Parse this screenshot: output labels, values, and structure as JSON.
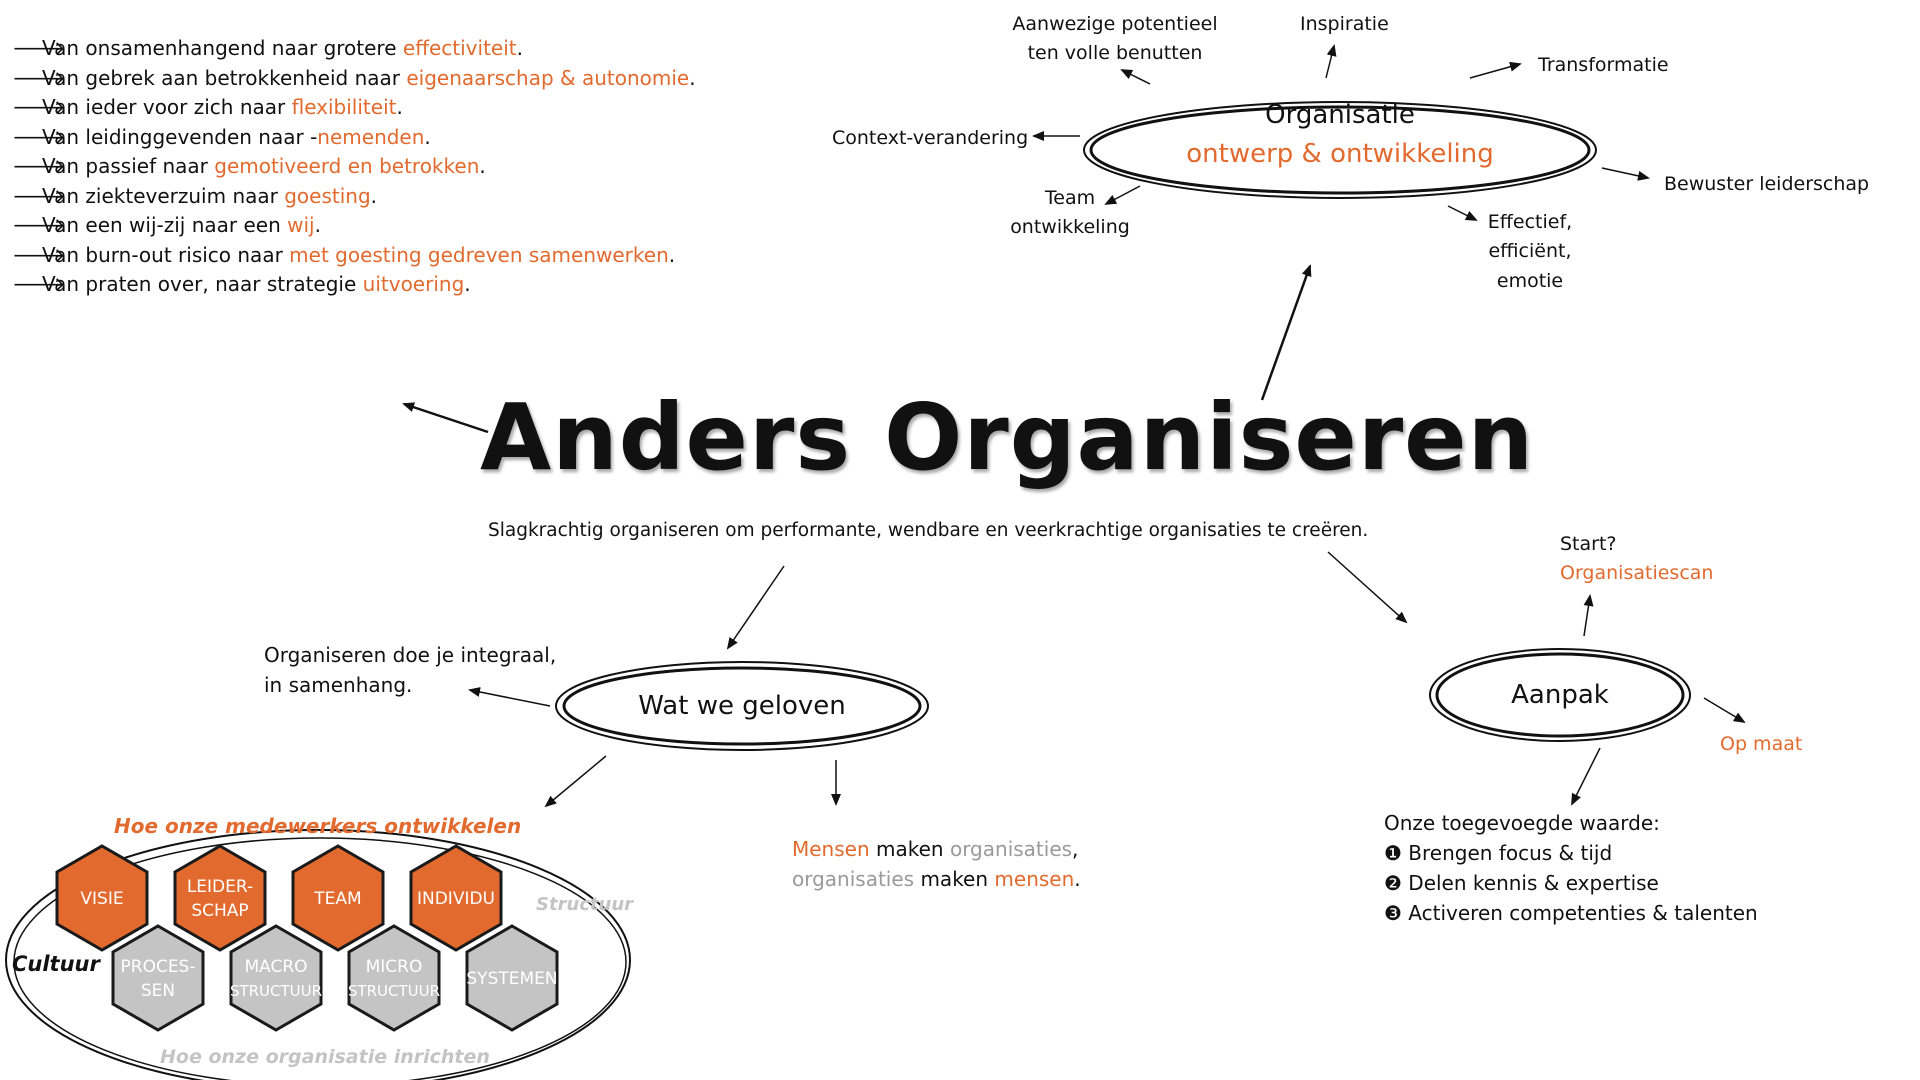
{
  "bullets": [
    {
      "arrow": "🡒",
      "text": "Van onsamenhangend naar grotere ",
      "highlight": "effectiviteit",
      "end": "."
    },
    {
      "arrow": "🡒",
      "text": "Van gebrek aan betrokkenheid naar ",
      "highlight": "eigenaarschap & autonomie",
      "end": "."
    },
    {
      "arrow": "🡒",
      "text": "Van ieder voor zich naar ",
      "highlight": "flexibiliteit",
      "end": "."
    },
    {
      "arrow": "🡒",
      "text": "Van leidinggevenden naar -",
      "highlight": "nemenden",
      "end": "."
    },
    {
      "arrow": "🡒",
      "text": "Van passief naar ",
      "highlight": "gemotiveerd en betrokken",
      "end": "."
    },
    {
      "arrow": "🡒",
      "text": "Van ziekteverzuim naar ",
      "highlight": "goesting",
      "end": "."
    },
    {
      "arrow": "🡒",
      "text": "Van een wij-zij naar een ",
      "highlight": "wij",
      "end": "."
    },
    {
      "arrow": "🡒",
      "text": "Van burn-out risico naar ",
      "highlight": "met goesting gedreven samenwerken",
      "end": "."
    },
    {
      "arrow": "🡒",
      "text": "Van praten over, naar strategie ",
      "highlight": "uitvoering",
      "end": "."
    }
  ],
  "title": "Anders Organiseren",
  "subtitle": "Slagkrachtig organiseren om performante, wendbare en veerkrachtige organisaties te creëren.",
  "organisatie": {
    "line1": "Organisatie",
    "line2": "ontwerp & ontwikkeling",
    "aanwezig1": "Aanwezige potentieel",
    "aanwezig2": "ten volle benutten",
    "inspiratie": "Inspiratie",
    "transformatie": "Transformatie",
    "context": "Context-verandering",
    "leiderschap": "Bewuster leiderschap",
    "team1": "Team",
    "team2": "ontwikkeling",
    "eff1": "Effectief,",
    "eff2": "efficiënt,",
    "eff3": "emotie"
  },
  "geloven": {
    "label": "Wat we geloven",
    "integraal1": "Organiseren doe je integraal,",
    "integraal2": "in samenhang.",
    "mensen_a": "Mensen",
    "mensen_b": " maken ",
    "mensen_c": "organisaties",
    "mensen_d": ",",
    "org_a": "organisaties",
    "org_b": " maken ",
    "org_c": "mensen",
    "org_d": "."
  },
  "model": {
    "top_label": "Hoe onze medewerkers ontwikkelen",
    "bottom_label": "Hoe onze organisatie inrichten",
    "left_label": "Cultuur",
    "right_label": "Structuur",
    "top_hex": [
      {
        "l1": "VISIE",
        "l2": ""
      },
      {
        "l1": "LEIDER-",
        "l2": "SCHAP"
      },
      {
        "l1": "TEAM",
        "l2": ""
      },
      {
        "l1": "INDIVIDU",
        "l2": ""
      }
    ],
    "bottom_hex": [
      {
        "l1": "PROCES-",
        "l2": "SEN"
      },
      {
        "l1": "MACRO",
        "l2": "STRUCTUUR"
      },
      {
        "l1": "MICRO",
        "l2": "STRUCTUUR"
      },
      {
        "l1": "SYSTEMEN",
        "l2": ""
      }
    ]
  },
  "aanpak": {
    "label": "Aanpak",
    "start": "Start?",
    "scan": "Organisatiescan",
    "opmaat": "Op maat",
    "waarde_title": "Onze toegevoegde waarde:",
    "waarde": [
      {
        "num": "❶",
        "text": "Brengen focus & tijd"
      },
      {
        "num": "❷",
        "text": "Delen kennis & expertise"
      },
      {
        "num": "❸",
        "text": "Activeren competenties & talenten"
      }
    ]
  },
  "colors": {
    "accent": "#e36a2e",
    "grey": "#9a9a9a",
    "hex_grey": "#c4c4c4"
  }
}
